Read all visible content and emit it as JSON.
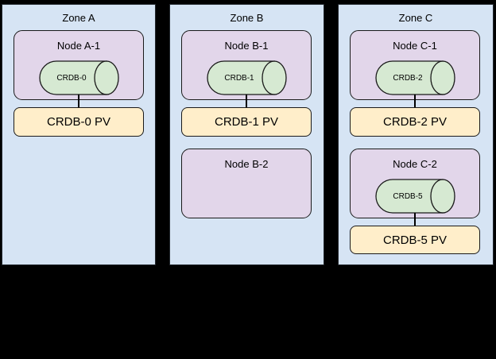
{
  "colors": {
    "background": "#000000",
    "zone_fill": "#d6e4f4",
    "zone_border": "#23282e",
    "node_fill": "#e2d6ea",
    "node_border": "#1a1a1a",
    "pod_fill": "#d6e9d2",
    "pod_border": "#1a1a1a",
    "pv_fill": "#ffeeca",
    "pv_border": "#1a1a1a",
    "connector": "#000000",
    "text": "#000000"
  },
  "zones": [
    {
      "label": "Zone A",
      "nodes": [
        {
          "label": "Node A-1",
          "pod": "CRDB-0",
          "pv": "CRDB-0 PV"
        }
      ]
    },
    {
      "label": "Zone B",
      "nodes": [
        {
          "label": "Node B-1",
          "pod": "CRDB-1",
          "pv": "CRDB-1 PV"
        },
        {
          "label": "Node B-2"
        }
      ]
    },
    {
      "label": "Zone C",
      "nodes": [
        {
          "label": "Node C-1",
          "pod": "CRDB-2",
          "pv": "CRDB-2 PV"
        },
        {
          "label": "Node C-2",
          "pod": "CRDB-5",
          "pv": "CRDB-5 PV"
        }
      ]
    }
  ]
}
